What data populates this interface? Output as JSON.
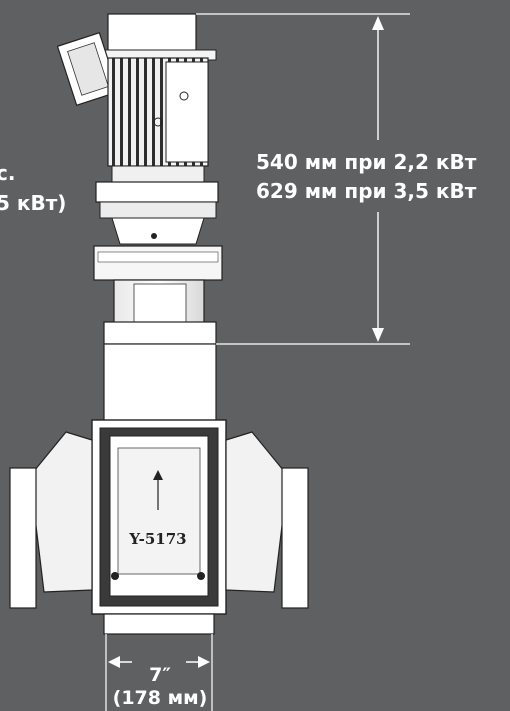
{
  "header_dimension": {
    "line1": "540 мм при 2,2 кВт",
    "line2": "629 мм при 3,5 кВт"
  },
  "left_note": {
    "line1": "с.",
    "line2": "5 кВт)"
  },
  "width_dimension": {
    "value": "7″",
    "metric": "(178 мм)"
  },
  "body_marking": "Y-5173",
  "colors": {
    "background": "#5f6062",
    "line": "#ffffff",
    "body_dark": "#3a3a3a"
  }
}
